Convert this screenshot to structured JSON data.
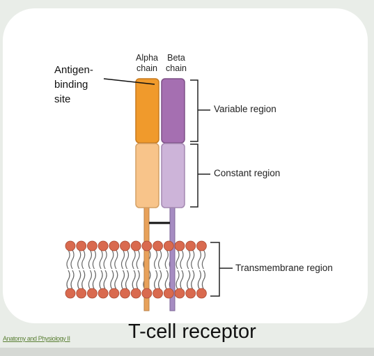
{
  "labels": {
    "antigen_site": "Antigen-\nbinding\nsite",
    "alpha_chain": "Alpha\nchain",
    "beta_chain": "Beta\nchain",
    "variable_region": "Variable region",
    "constant_region": "Constant region",
    "transmembrane_region": "Transmembrane region"
  },
  "caption": "T-cell receptor",
  "footer_link": "Anatomy and Physiology II",
  "colors": {
    "background": "#e9ede8",
    "alpha_variable": "#f09a2c",
    "alpha_constant": "#f8c48a",
    "alpha_tail": "#e8a15a",
    "beta_variable": "#a56fb1",
    "beta_constant": "#cdb4d9",
    "beta_tail": "#a68cc2",
    "lipid_head": "#d96a4f",
    "lipid_tail": "#666666",
    "footer_link": "#5a7f34"
  }
}
